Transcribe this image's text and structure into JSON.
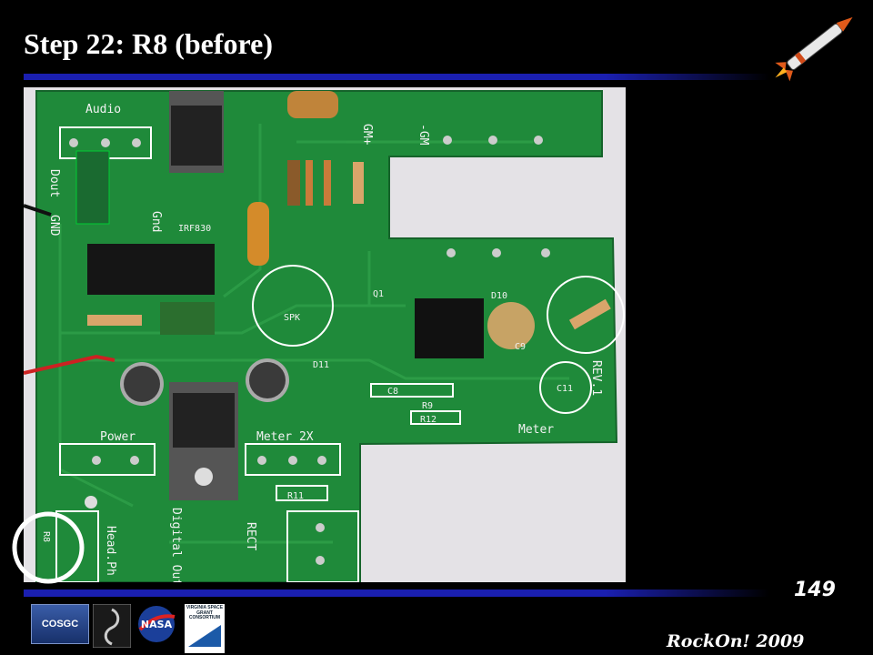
{
  "slide": {
    "title": "Step 22: R8 (before)",
    "page_number": "149",
    "footer": "RockOn! 2009"
  },
  "logos": {
    "cosgc": "COSGC",
    "nasa": "NASA",
    "vsgc": "VIRGINIA SPACE GRANT CONSORTIUM"
  },
  "board_labels": {
    "audio": "Audio",
    "gm_plus": "GM+",
    "gm_minus": "-GM",
    "dout": "Dout",
    "gnd": "GND",
    "gnd2": "Gnd",
    "irf": "IRF830",
    "spk": "SPK",
    "q1": "Q1",
    "d10": "D10",
    "d11": "D11",
    "c8": "C8",
    "c9": "C9",
    "c11": "C11",
    "r9": "R9",
    "r11": "R11",
    "r12": "R12",
    "rev": "REV.1",
    "power": "Power",
    "meter2x": "Meter 2X",
    "meter": "Meter",
    "headph": "Head.Ph",
    "digital_out": "Digital Out",
    "rect": "RECT",
    "r8": "R8"
  },
  "colors": {
    "background": "#000000",
    "title_bar": "#1a1fb0",
    "pcb": "#1f8a3a",
    "highlight_circle": "#ffffff"
  }
}
